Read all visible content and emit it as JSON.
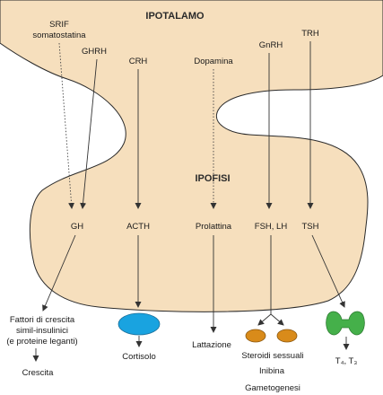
{
  "colors": {
    "gland_fill": "#f6dfbd",
    "gland_stroke": "#2a2a2a",
    "adrenal_blue": "#19a3e0",
    "gonad_orange": "#d98b1a",
    "thyroid_green": "#45b04a"
  },
  "hypothalamus": {
    "title": "IPOTALAMO",
    "srif": "SRIF",
    "somatostatina": "somatostatina",
    "ghrh": "GHRH",
    "crh": "CRH",
    "dopamina": "Dopamina",
    "gnrh": "GnRH",
    "trh": "TRH"
  },
  "pituitary": {
    "title": "IPOFISI",
    "gh": "GH",
    "acth": "ACTH",
    "prolattina": "Prolattina",
    "fsh_lh": "FSH, LH",
    "tsh": "TSH"
  },
  "targets": {
    "igf_line1": "Fattori di crescita",
    "igf_line2": "simil-insulinici",
    "igf_line3": "(e proteine leganti)",
    "crescita": "Crescita",
    "cortisolo": "Cortisolo",
    "lattazione": "Lattazione",
    "steroidi": "Steroidi sessuali",
    "inibina": "Inibina",
    "gametogenesi": "Gametogenesi",
    "t4_t3": "T₄, T₃"
  },
  "icons": [
    "adrenal-gland-icon",
    "gonads-icon",
    "thyroid-gland-icon"
  ]
}
